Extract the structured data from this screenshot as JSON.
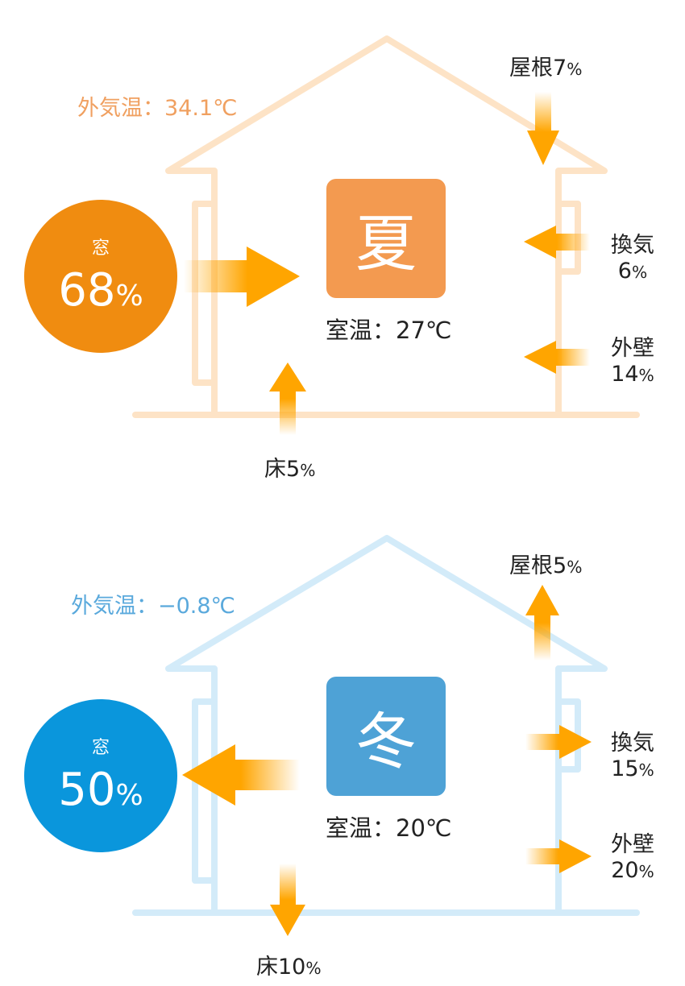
{
  "colors": {
    "summer_house": "#fde3c6",
    "summer_accent": "#f39a50",
    "summer_circle": "#f08c10",
    "summer_outside_text": "#f0a060",
    "winter_house": "#d3ebf9",
    "winter_accent": "#4ea2d6",
    "winter_circle": "#0a96dc",
    "winter_outside_text": "#5aa9dc",
    "arrow": "#ffa500"
  },
  "summer": {
    "season": "夏",
    "outside_temp": "外気温：34.1℃",
    "room_temp": "室温：27℃",
    "window": {
      "label": "窓",
      "value": "68",
      "unit": "%"
    },
    "roof": {
      "label": "屋根",
      "value": "7",
      "unit": "%"
    },
    "ventilation": {
      "label": "換気",
      "value": "6",
      "unit": "%"
    },
    "wall": {
      "label": "外壁",
      "value": "14",
      "unit": "%"
    },
    "floor": {
      "label": "床",
      "value": "5",
      "unit": "%"
    }
  },
  "winter": {
    "season": "冬",
    "outside_temp": "外気温：−0.8℃",
    "room_temp": "室温：20℃",
    "window": {
      "label": "窓",
      "value": "50",
      "unit": "%"
    },
    "roof": {
      "label": "屋根",
      "value": "5",
      "unit": "%"
    },
    "ventilation": {
      "label": "換気",
      "value": "15",
      "unit": "%"
    },
    "wall": {
      "label": "外壁",
      "value": "20",
      "unit": "%"
    },
    "floor": {
      "label": "床",
      "value": "10",
      "unit": "%"
    }
  }
}
